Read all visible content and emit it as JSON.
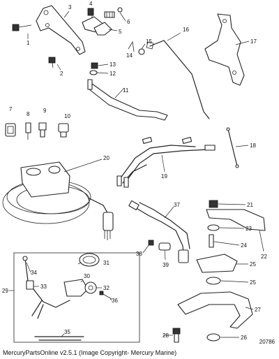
{
  "callouts": {
    "c1": "1",
    "c2": "2",
    "c3": "3",
    "c4": "4",
    "c5": "5",
    "c6": "6",
    "c7": "7",
    "c8": "8",
    "c9": "9",
    "c10": "10",
    "c11": "11",
    "c12": "12",
    "c13": "13",
    "c14": "14",
    "c15": "15",
    "c16": "16",
    "c17": "17",
    "c18": "18",
    "c19": "19",
    "c20": "20",
    "c21": "21",
    "c22": "22",
    "c23": "23",
    "c24": "24",
    "c25a": "25",
    "c25b": "25",
    "c26": "26",
    "c27": "27",
    "c28": "28",
    "c29": "29",
    "c30": "30",
    "c31": "31",
    "c32": "32",
    "c33": "33",
    "c34": "34",
    "c35": "35",
    "c36": "36",
    "c37": "37",
    "c38": "38",
    "c39": "39"
  },
  "figure_code": "20786",
  "footer": "MercuryPartsOnline v2.5.1 (Image Copyright- Mercury Marine)"
}
